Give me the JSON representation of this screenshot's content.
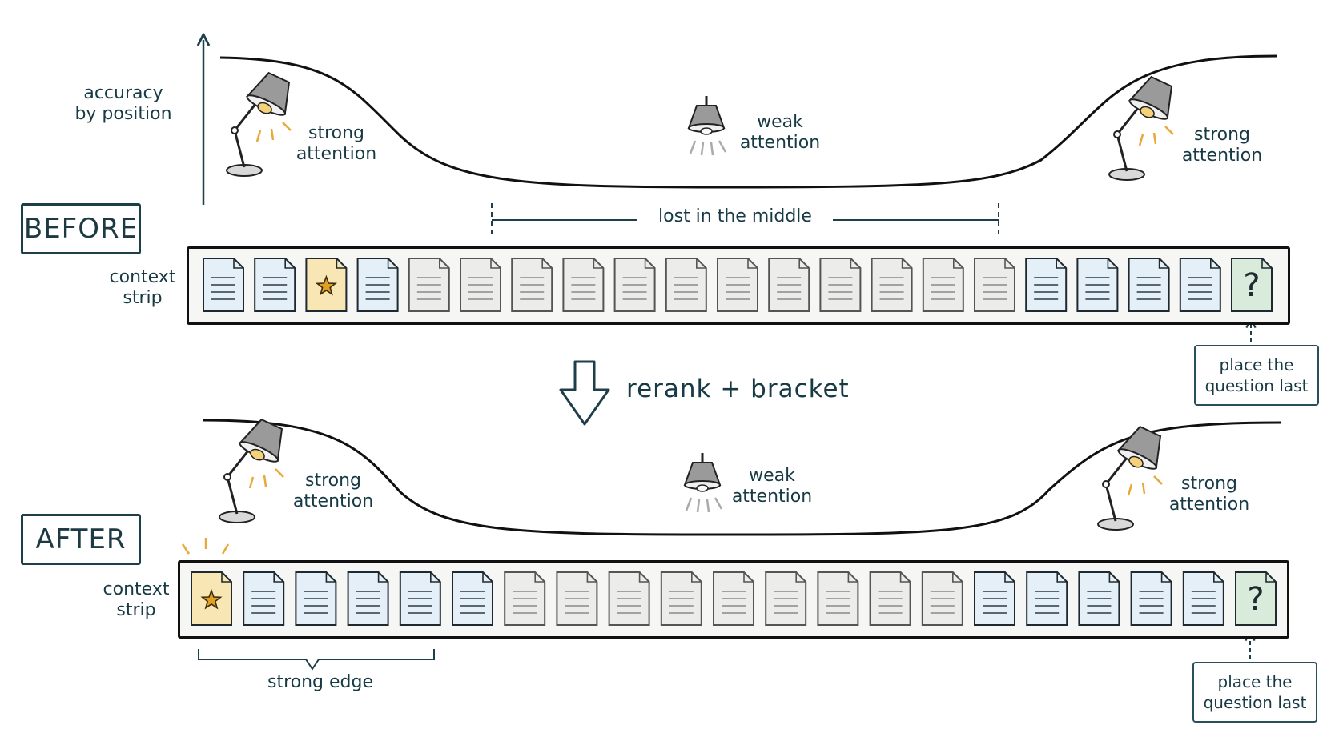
{
  "axis": {
    "label_line1": "accuracy",
    "label_line2": "by position"
  },
  "before": {
    "tag": "BEFORE",
    "strip_label_line1": "context",
    "strip_label_line2": "strip",
    "lost_label": "lost in the middle",
    "left_lamp": {
      "line1": "strong",
      "line2": "attention"
    },
    "mid_lamp": {
      "line1": "weak",
      "line2": "attention"
    },
    "right_lamp": {
      "line1": "strong",
      "line2": "attention"
    },
    "note_line1": "place the",
    "note_line2": "question last",
    "question_mark": "?"
  },
  "transition": {
    "label": "rerank + bracket"
  },
  "after": {
    "tag": "AFTER",
    "strip_label_line1": "context",
    "strip_label_line2": "strip",
    "edge_label": "strong edge",
    "left_lamp": {
      "line1": "strong",
      "line2": "attention"
    },
    "mid_lamp": {
      "line1": "weak",
      "line2": "attention"
    },
    "right_lamp": {
      "line1": "strong",
      "line2": "attention"
    },
    "note_line1": "place the",
    "note_line2": "question last",
    "question_mark": "?"
  },
  "colors": {
    "ink": "#1d3f4a",
    "doc_blue": "#e4eff8",
    "doc_gray": "#ececea",
    "doc_star": "#f8e6b4",
    "doc_question": "#d9ecdc",
    "star": "#e0a020",
    "light_rays": "#e8a83a"
  },
  "icons": [
    "lamp-icon",
    "document-icon",
    "star-icon",
    "question-icon",
    "arrow-down-icon"
  ]
}
